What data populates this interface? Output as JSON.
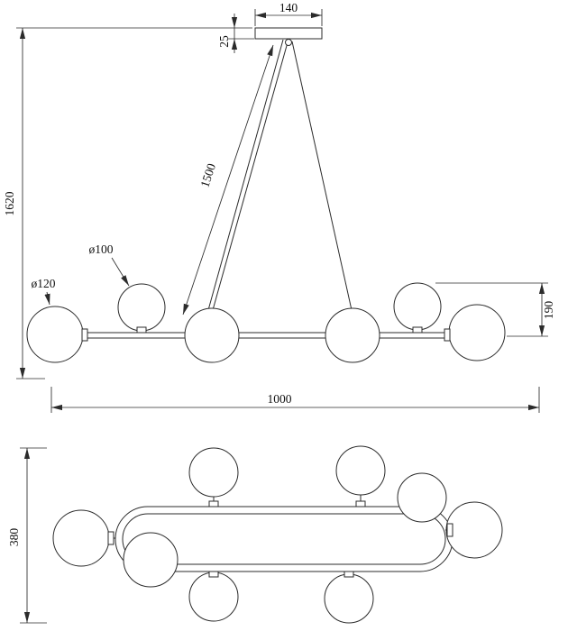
{
  "page": {
    "background_color": "#ffffff",
    "line_color": "#2b2b2b"
  },
  "front_view": {
    "globe_count": 6,
    "dimensions": {
      "canopy_width": "140",
      "canopy_height": "25",
      "cable_length": "1500",
      "overall_height": "1620",
      "small_globe_diameter": "ø100",
      "large_globe_diameter": "ø120",
      "end_globe_offset": "190",
      "overall_length": "1000"
    }
  },
  "plan_view": {
    "globe_count": 8,
    "dimensions": {
      "overall_depth": "380"
    }
  }
}
